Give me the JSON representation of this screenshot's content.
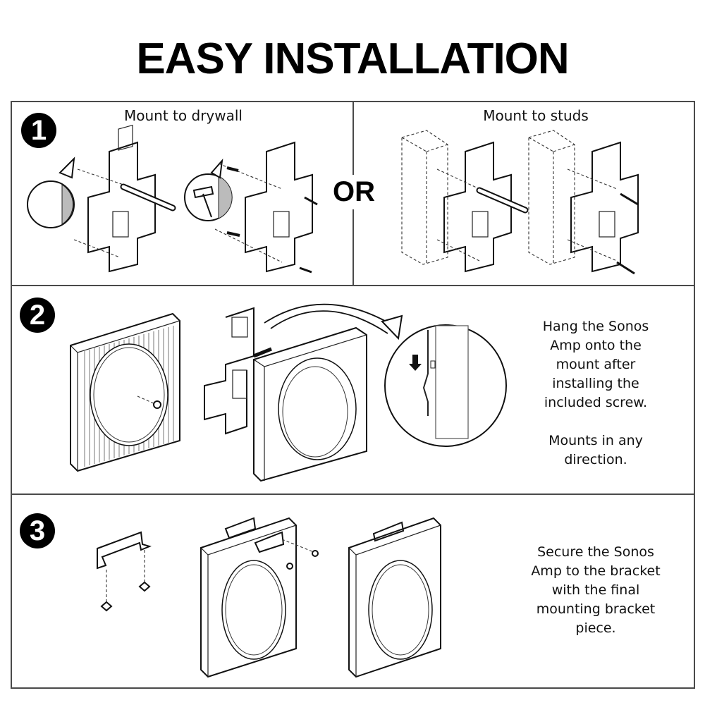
{
  "title": "EASY INSTALLATION",
  "steps": [
    {
      "number": "1",
      "options": [
        {
          "label": "Mount to drywall"
        },
        {
          "label": "Mount to studs"
        }
      ],
      "separator": "OR"
    },
    {
      "number": "2",
      "description_lines": [
        "Hang the Sonos",
        "Amp onto the",
        "mount after",
        "installing the",
        "included screw."
      ],
      "note_lines": [
        "Mounts in any",
        "direction."
      ]
    },
    {
      "number": "3",
      "description_lines": [
        "Secure the Sonos",
        "Amp to the bracket",
        "with the final",
        "mounting bracket",
        "piece."
      ]
    }
  ],
  "colors": {
    "border": "#4a4a4a",
    "badge": "#000000",
    "text": "#111111"
  }
}
